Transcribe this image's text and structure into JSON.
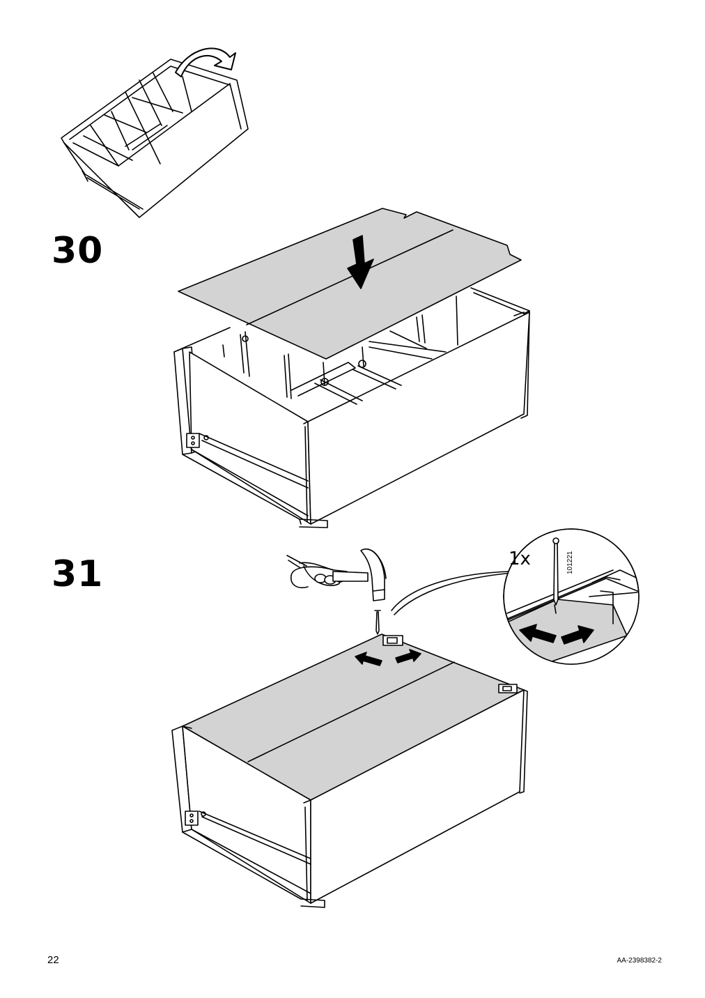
{
  "steps": [
    {
      "number": "30"
    },
    {
      "number": "31"
    }
  ],
  "detail": {
    "quantity": "1x",
    "part_number": "101221"
  },
  "footer": {
    "page_number": "22",
    "document_code": "AA-2398382-2"
  },
  "colors": {
    "panel_fill": "#d3d3d3",
    "line": "#000000",
    "background": "#ffffff"
  },
  "icons": [
    "flip-arrow-icon",
    "down-arrow-icon",
    "hammer-icon",
    "nail-icon",
    "push-arrow-icon"
  ]
}
